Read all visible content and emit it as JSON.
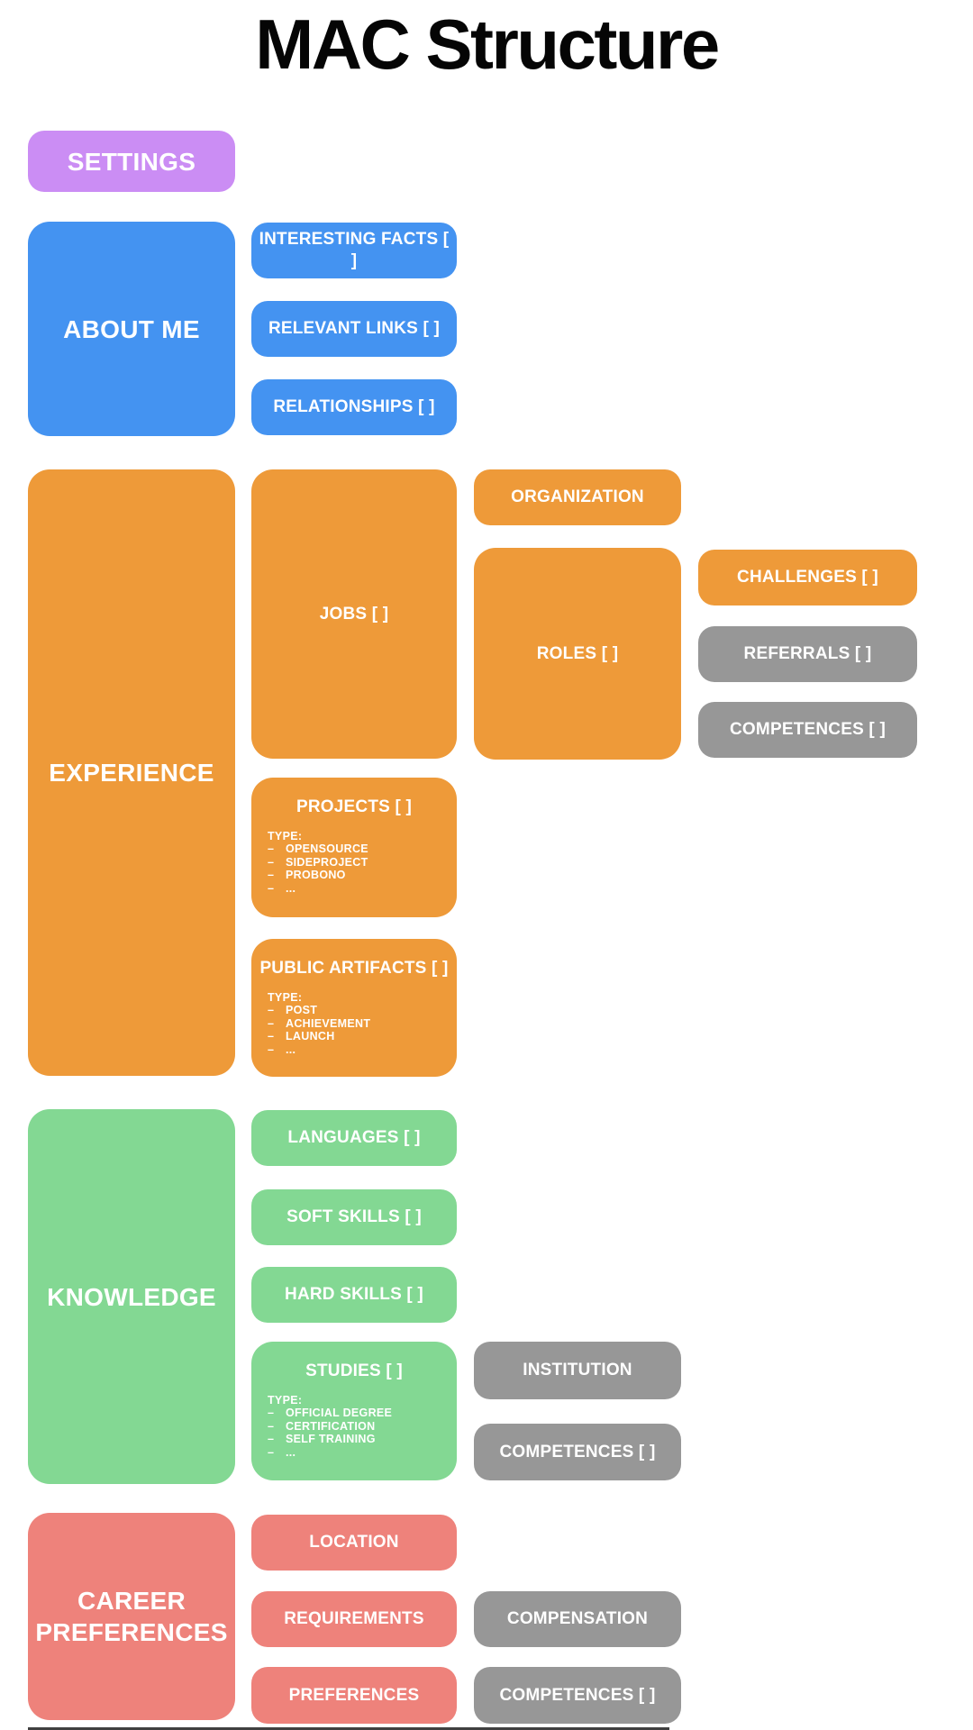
{
  "title": "MAC Structure",
  "bullet": "–",
  "colors": {
    "settings_purple": "#cb8df4",
    "about_blue": "#4493f1",
    "experience_orange": "#ee9a39",
    "knowledge_green": "#83d893",
    "career_salmon": "#ee827b",
    "secondary_gray": "#979797",
    "title_black": "#050505",
    "background": "#ffffff"
  },
  "settings": {
    "label": "SETTINGS"
  },
  "about_me": {
    "label": "ABOUT ME",
    "interesting_facts": {
      "label": "INTERESTING FACTS [ ]"
    },
    "relevant_links": {
      "label": "RELEVANT LINKS [ ]"
    },
    "relationships": {
      "label": "RELATIONSHIPS [ ]"
    }
  },
  "experience": {
    "label": "EXPERIENCE",
    "jobs": {
      "label": "JOBS [ ]"
    },
    "organization": {
      "label": "ORGANIZATION"
    },
    "roles": {
      "label": "ROLES [ ]",
      "challenges": {
        "label": "CHALLENGES [ ]"
      },
      "referrals": {
        "label": "REFERRALS [ ]"
      },
      "competences": {
        "label": "COMPETENCES [ ]"
      }
    },
    "projects": {
      "label": "PROJECTS [ ]",
      "type_label": "TYPE:",
      "types": [
        "OPENSOURCE",
        "SIDEPROJECT",
        "PROBONO",
        "..."
      ]
    },
    "public_artifacts": {
      "label": "PUBLIC ARTIFACTS [ ]",
      "type_label": "TYPE:",
      "types": [
        "POST",
        "ACHIEVEMENT",
        "LAUNCH",
        "..."
      ]
    }
  },
  "knowledge": {
    "label": "KNOWLEDGE",
    "languages": {
      "label": "LANGUAGES [ ]"
    },
    "soft_skills": {
      "label": "SOFT SKILLS [ ]"
    },
    "hard_skills": {
      "label": "HARD SKILLS [ ]"
    },
    "studies": {
      "label": "STUDIES [ ]",
      "type_label": "TYPE:",
      "types": [
        "OFFICIAL DEGREE",
        "CERTIFICATION",
        "SELF TRAINING",
        "..."
      ],
      "institution": {
        "label": "INSTITUTION"
      },
      "competences": {
        "label": "COMPETENCES [ ]"
      }
    }
  },
  "career_preferences": {
    "label": "CAREER PREFERENCES",
    "location": {
      "label": "LOCATION"
    },
    "requirements": {
      "label": "REQUIREMENTS",
      "compensation": {
        "label": "COMPENSATION"
      }
    },
    "preferences": {
      "label": "PREFERENCES",
      "competences": {
        "label": "COMPETENCES [ ]"
      }
    }
  }
}
